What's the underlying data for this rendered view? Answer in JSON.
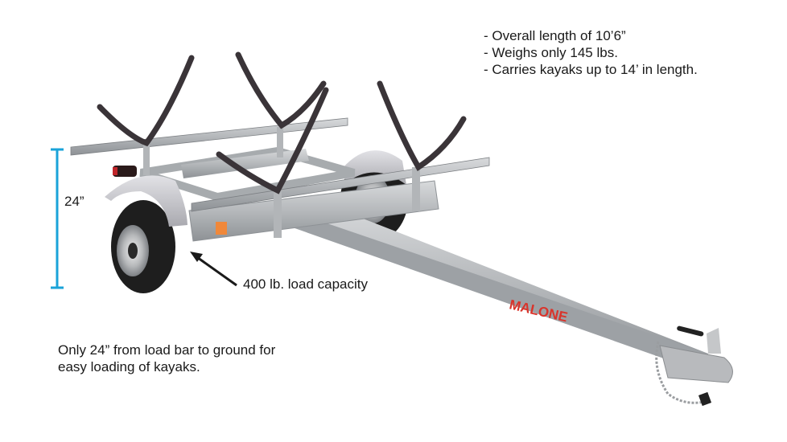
{
  "specs": {
    "items": [
      "- Overall length of 10’6”",
      "- Weighs only 145 lbs.",
      "- Carries kayaks up to 14’ in length."
    ]
  },
  "dimension": {
    "label": "24”",
    "color": "#1aa3d9"
  },
  "callout": {
    "label": "400 lb. load capacity"
  },
  "note": {
    "text": "Only 24” from load bar to ground for easy loading of kayaks."
  },
  "product": {
    "brand": "MALONE",
    "brand_color": "#d9342b",
    "description": "Kayak trailer with four J-style kayak cradles"
  }
}
